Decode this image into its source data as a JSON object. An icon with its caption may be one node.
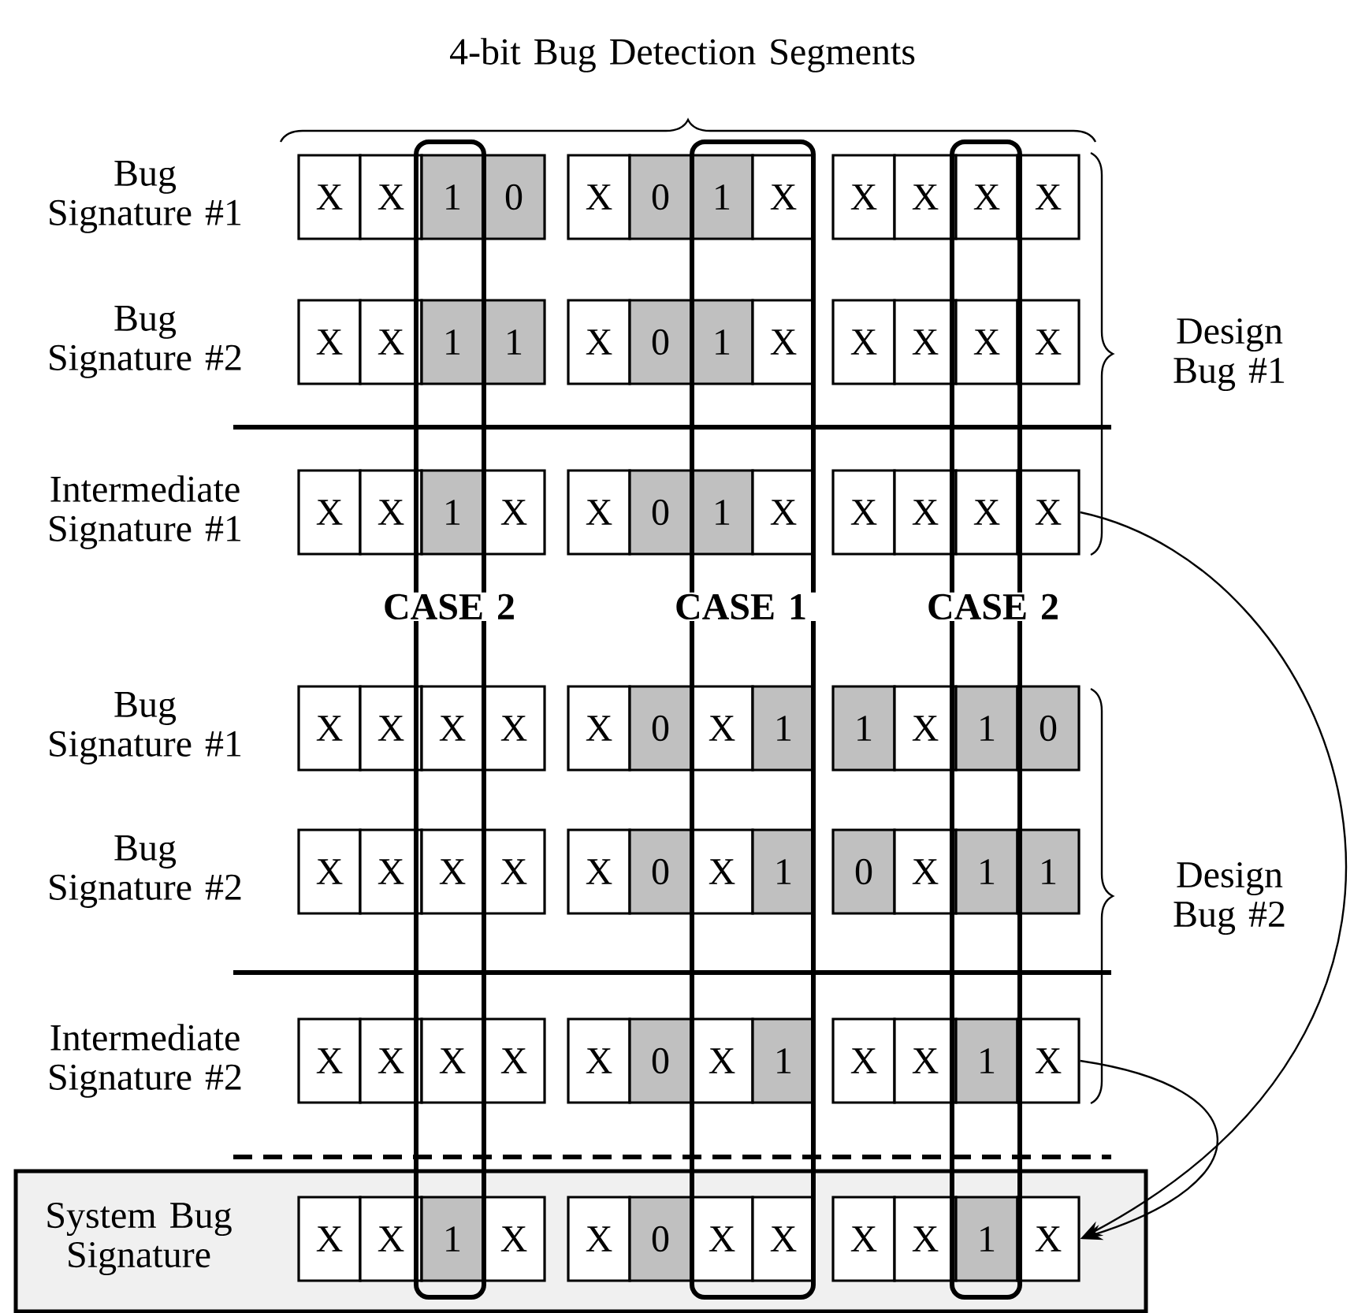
{
  "diagram": {
    "nodes": [
      {
        "text": [
          "X"
        ]
      },
      {
        "text": [
          "X"
        ]
      },
      {
        "text": [
          "1"
        ]
      },
      {
        "text": [
          "0"
        ]
      },
      {
        "text": [
          "X"
        ]
      },
      {
        "text": [
          "0"
        ]
      },
      {
        "text": [
          "1"
        ]
      },
      {
        "text": [
          "X"
        ]
      },
      {
        "text": [
          "X"
        ]
      },
      {
        "text": [
          "X"
        ]
      },
      {
        "text": [
          "X"
        ]
      },
      {
        "text": [
          "X"
        ]
      },
      {
        "text": [
          "X"
        ]
      },
      {
        "text": [
          "X"
        ]
      },
      {
        "text": [
          "1"
        ]
      },
      {
        "text": [
          "1"
        ]
      },
      {
        "text": [
          "X"
        ]
      },
      {
        "text": [
          "0"
        ]
      },
      {
        "text": [
          "1"
        ]
      },
      {
        "text": [
          "X"
        ]
      },
      {
        "text": [
          "X"
        ]
      },
      {
        "text": [
          "X"
        ]
      },
      {
        "text": [
          "X"
        ]
      },
      {
        "text": [
          "X"
        ]
      },
      {
        "text": [
          "X"
        ]
      },
      {
        "text": [
          "X"
        ]
      },
      {
        "text": [
          "1"
        ]
      },
      {
        "text": [
          "X"
        ]
      },
      {
        "text": [
          "X"
        ]
      },
      {
        "text": [
          "0"
        ]
      },
      {
        "text": [
          "1"
        ]
      },
      {
        "text": [
          "X"
        ]
      },
      {
        "text": [
          "X"
        ]
      },
      {
        "text": [
          "X"
        ]
      },
      {
        "text": [
          "X"
        ]
      },
      {
        "text": [
          "X"
        ]
      },
      {
        "text": [
          "X"
        ]
      },
      {
        "text": [
          "X"
        ]
      },
      {
        "text": [
          "X"
        ]
      },
      {
        "text": [
          "X"
        ]
      },
      {
        "text": [
          "X"
        ]
      },
      {
        "text": [
          "0"
        ]
      },
      {
        "text": [
          "X"
        ]
      },
      {
        "text": [
          "1"
        ]
      },
      {
        "text": [
          "1"
        ]
      },
      {
        "text": [
          "X"
        ]
      },
      {
        "text": [
          "1"
        ]
      },
      {
        "text": [
          "0"
        ]
      },
      {
        "text": [
          "X"
        ]
      },
      {
        "text": [
          "X"
        ]
      },
      {
        "text": [
          "X"
        ]
      },
      {
        "text": [
          "X"
        ]
      },
      {
        "text": [
          "X"
        ]
      },
      {
        "text": [
          "0"
        ]
      },
      {
        "text": [
          "X"
        ]
      },
      {
        "text": [
          "1"
        ]
      },
      {
        "text": [
          "0"
        ]
      },
      {
        "text": [
          "X"
        ]
      },
      {
        "text": [
          "1"
        ]
      },
      {
        "text": [
          "1"
        ]
      },
      {
        "text": [
          "X"
        ]
      },
      {
        "text": [
          "X"
        ]
      },
      {
        "text": [
          "X"
        ]
      },
      {
        "text": [
          "X"
        ]
      },
      {
        "text": [
          "X"
        ]
      },
      {
        "text": [
          "0"
        ]
      },
      {
        "text": [
          "X"
        ]
      },
      {
        "text": [
          "1"
        ]
      },
      {
        "text": [
          "X"
        ]
      },
      {
        "text": [
          "X"
        ]
      },
      {
        "text": [
          "1"
        ]
      },
      {
        "text": [
          "X"
        ]
      },
      {
        "text": [
          "System Bug Signature"
        ]
      },
      {
        "text": [
          "X"
        ],
        "in": 72
      },
      {
        "text": [
          "X"
        ],
        "in": 72
      },
      {
        "text": [
          "1"
        ],
        "in": 72
      },
      {
        "text": [
          "X"
        ],
        "in": 72
      },
      {
        "text": [
          "X"
        ],
        "in": 72
      },
      {
        "text": [
          "0"
        ],
        "in": 72
      },
      {
        "text": [
          "X"
        ],
        "in": 72
      },
      {
        "text": [
          "X"
        ],
        "in": 72
      },
      {
        "text": [
          "X"
        ],
        "in": 72
      },
      {
        "text": [
          "X"
        ],
        "in": 72
      },
      {
        "text": [
          "1"
        ],
        "in": 72
      },
      {
        "text": [
          "X"
        ],
        "in": 72
      }
    ],
    "edges": [
      {
        "from": 35,
        "to": 84,
        "arrow": "to"
      },
      {
        "from": 71,
        "to": 84,
        "arrow": "to"
      }
    ],
    "labels": [
      "4-bit Bug Detection Segments",
      "Bug Signature #1",
      "Bug Signature #2",
      "Design Bug #1",
      "Intermediate Signature #1",
      "CASE 2",
      "CASE 1",
      "CASE 2",
      "Bug Signature #1",
      "Bug Signature #2",
      "Design Bug #2",
      "Intermediate Signature #2"
    ]
  }
}
